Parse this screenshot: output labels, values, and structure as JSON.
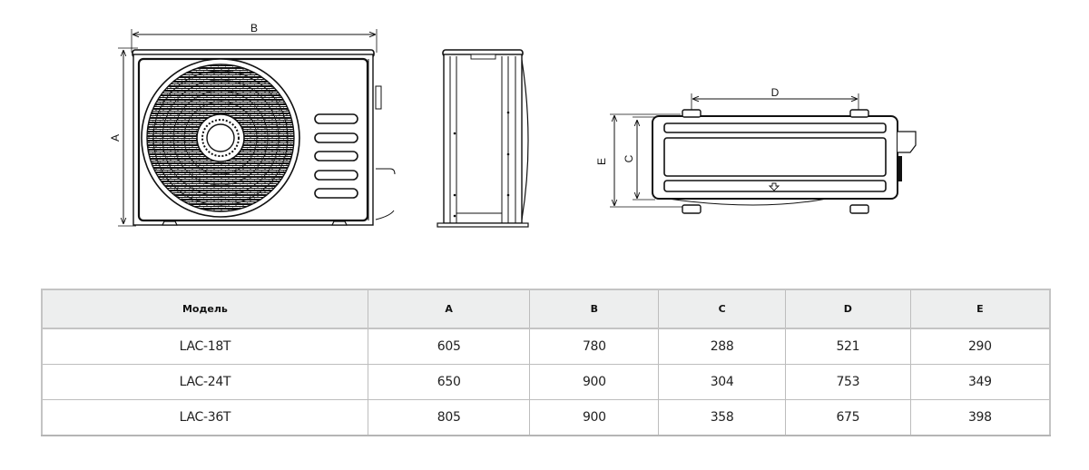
{
  "drawings": {
    "front_view": {
      "dimension_labels": {
        "width": "B",
        "height": "A"
      }
    },
    "side_view": {},
    "bottom_view": {
      "dimension_labels": {
        "mount_spacing": "D",
        "depth_inner": "C",
        "depth_outer": "E"
      }
    }
  },
  "table": {
    "headers": [
      "Модель",
      "A",
      "B",
      "C",
      "D",
      "E"
    ],
    "rows": [
      [
        "LAC-18T",
        "605",
        "780",
        "288",
        "521",
        "290"
      ],
      [
        "LAC-24T",
        "650",
        "900",
        "304",
        "753",
        "349"
      ],
      [
        "LAC-36T",
        "805",
        "900",
        "358",
        "675",
        "398"
      ]
    ]
  }
}
